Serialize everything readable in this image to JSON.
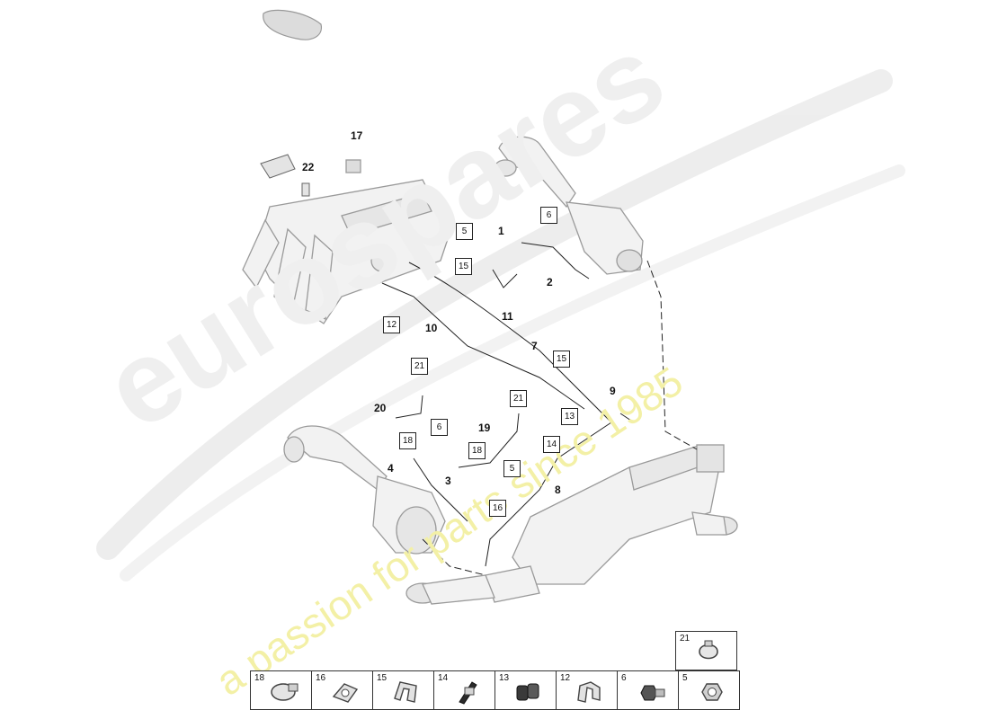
{
  "watermark": {
    "brand": "eurospares",
    "tagline": "a passion for parts since 1985"
  },
  "callouts": [
    "17",
    "22",
    "1",
    "2",
    "10",
    "11",
    "7",
    "9",
    "20",
    "19",
    "4",
    "3",
    "8"
  ],
  "boxed_labels": [
    "5",
    "6",
    "15",
    "12",
    "21",
    "15",
    "21",
    "13",
    "6",
    "18",
    "18",
    "14",
    "5",
    "16"
  ],
  "legend": {
    "top_cell": "21",
    "cells": [
      "18",
      "16",
      "15",
      "14",
      "13",
      "12",
      "6",
      "5"
    ]
  },
  "icons": {
    "legend_21": "spring-clamp-icon",
    "legend_18": "hose-clamp-icon",
    "legend_16": "bracket-clip-icon",
    "legend_15": "bent-clip-icon",
    "legend_14": "cable-tie-icon",
    "legend_13": "double-clip-icon",
    "legend_12": "pipe-holder-icon",
    "legend_6": "threaded-sensor-icon",
    "legend_5": "hex-nut-icon"
  },
  "colors": {
    "line": "#222222",
    "part_fill": "#f2f2f2",
    "part_stroke": "#9a9a9a",
    "watermark_grey": "#e8e8e8",
    "watermark_yellow": "#f3f0a6"
  }
}
